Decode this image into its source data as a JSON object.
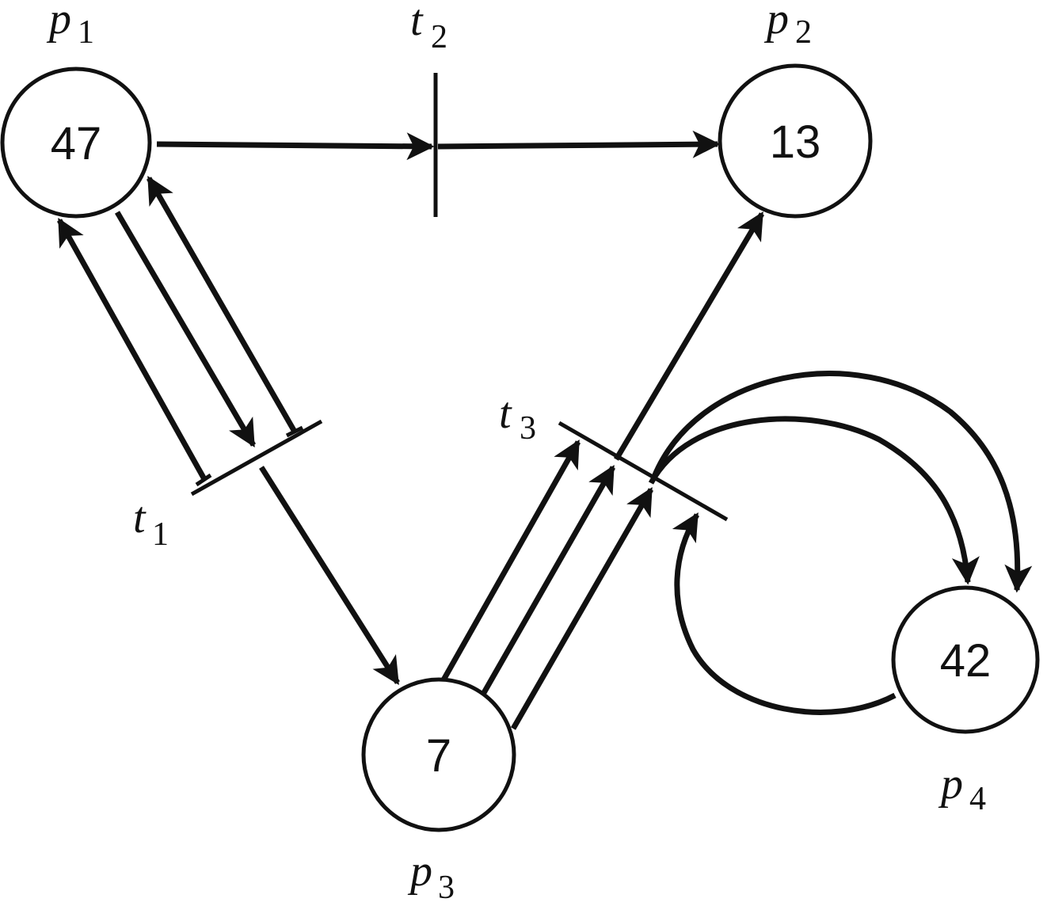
{
  "places": [
    {
      "id": "p1",
      "name": "p",
      "sub": "1",
      "tokens": "47"
    },
    {
      "id": "p2",
      "name": "p",
      "sub": "2",
      "tokens": "13"
    },
    {
      "id": "p3",
      "name": "p",
      "sub": "3",
      "tokens": "7"
    },
    {
      "id": "p4",
      "name": "p",
      "sub": "4",
      "tokens": "42"
    }
  ],
  "transitions": [
    {
      "id": "t1",
      "name": "t",
      "sub": "1"
    },
    {
      "id": "t2",
      "name": "t",
      "sub": "2"
    },
    {
      "id": "t3",
      "name": "t",
      "sub": "3"
    }
  ],
  "colors": {
    "ink": "#111111",
    "background": "#ffffff"
  }
}
